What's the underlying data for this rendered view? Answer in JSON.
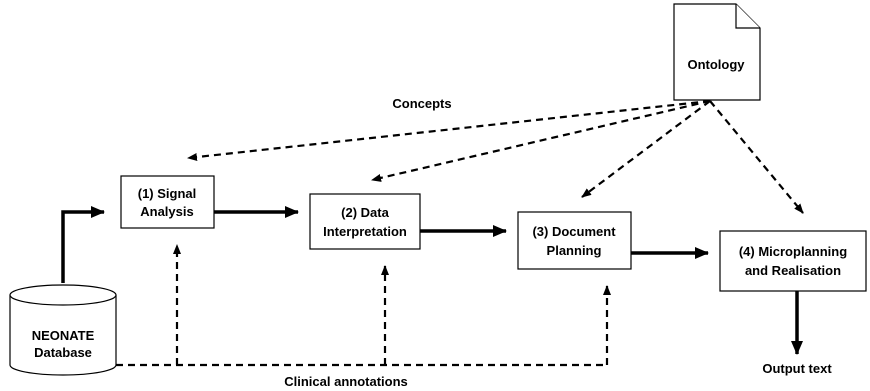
{
  "nodes": {
    "database": {
      "line1": "NEONATE",
      "line2": "Database"
    },
    "ontology": {
      "label": "Ontology"
    },
    "signal_analysis": {
      "line1": "(1) Signal",
      "line2": "Analysis"
    },
    "data_interpretation": {
      "line1": "(2) Data",
      "line2": "Interpretation"
    },
    "document_planning": {
      "line1": "(3) Document",
      "line2": "Planning"
    },
    "microplanning": {
      "line1": "(4) Microplanning",
      "line2": "and Realisation"
    }
  },
  "edge_labels": {
    "concepts": "Concepts",
    "clinical_annotations": "Clinical annotations",
    "output_text": "Output text"
  }
}
